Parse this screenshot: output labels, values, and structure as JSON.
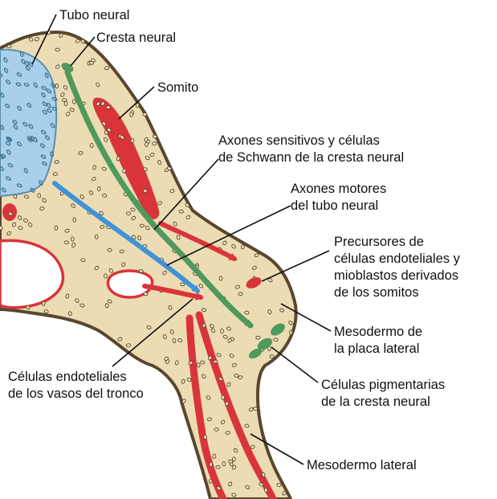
{
  "labels": {
    "tubo_neural": [
      "Tubo neural"
    ],
    "cresta_neural": [
      "Cresta neural"
    ],
    "somito": [
      "Somito"
    ],
    "axones_sensitivos": [
      "Axones sensitivos y células",
      "de Schwann de la cresta neural"
    ],
    "axones_motores": [
      "Axones motores",
      "del tubo neural"
    ],
    "precursores": [
      "Precursores de",
      "células endoteliales y",
      "mioblastos derivados",
      "de los somitos"
    ],
    "mesodermo_placa": [
      "Mesodermo de",
      "la placa lateral"
    ],
    "celulas_pigmentarias": [
      "Células pigmentarias",
      "de la cresta neural"
    ],
    "celulas_endoteliales": [
      "Células endoteliales",
      "de los vasos del tronco"
    ],
    "mesodermo_lateral": [
      "Mesodermo lateral"
    ]
  },
  "colors": {
    "tissue": "#ecdcb4",
    "outline": "#5a4630",
    "neural_tube": "#a9d0ea",
    "somite_red": "#d9343a",
    "crest_green": "#4f9a5b",
    "motor_blue": "#3f93d6",
    "cell_dot": "#5c4a2a",
    "leader": "#111111"
  },
  "icons": [
    "sensory-axon-arrow-icon",
    "motor-axon-arrow-icon",
    "endothelial-arrow-icon"
  ]
}
